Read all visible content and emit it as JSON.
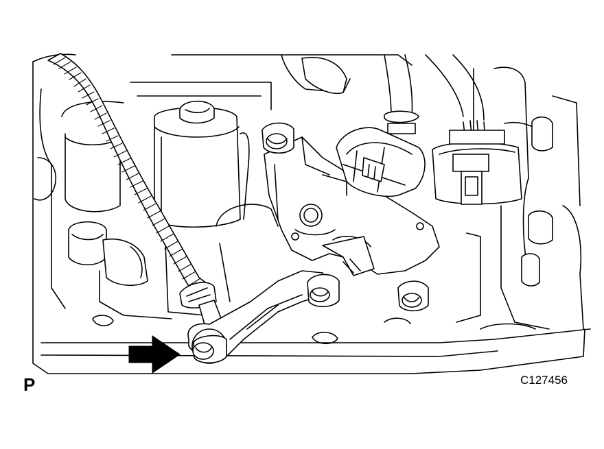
{
  "figure": {
    "view_label": "P",
    "figure_code": "C127456"
  },
  "parts": [
    {
      "name": "wire-harness-hose",
      "icon": "corrugated-tube"
    },
    {
      "name": "park-neutral-position-switch",
      "icon": "switch-body"
    },
    {
      "name": "electrical-connector",
      "icon": "connector"
    },
    {
      "name": "control-shaft-lever",
      "icon": "lever"
    },
    {
      "name": "lever-nut",
      "icon": "nut"
    },
    {
      "name": "switch-bolt",
      "icon": "bolt"
    },
    {
      "name": "indicator-arrow",
      "icon": "arrow-right"
    }
  ],
  "colors": {
    "line": "#000000",
    "fill": "#ffffff"
  }
}
